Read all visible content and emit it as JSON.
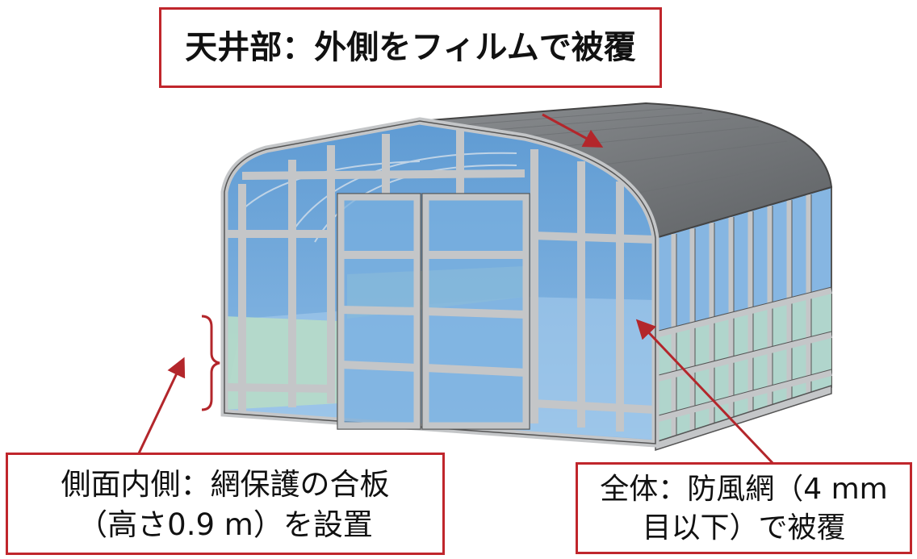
{
  "callouts": {
    "roof": {
      "text": "天井部：外側をフィルムで被覆"
    },
    "side": {
      "line1": "側面内側：網保護の合板",
      "line2": "（高さ0.9 m）を設置"
    },
    "whole": {
      "line1": "全体：防風網（4 mm",
      "line2": "目以下）で被覆"
    }
  },
  "colors": {
    "frame": "#c4c6c8",
    "frame_edge": "#555555",
    "glass": "#6fa8dc",
    "glass_light": "#a9cdec",
    "panel_green": "#b7dbc8",
    "roof_film": "#7a7d80",
    "callout_border": "#c0262c",
    "arrow": "#b3262b"
  },
  "icons": [
    "greenhouse-illustration",
    "arrow-roof",
    "arrow-side-panel",
    "arrow-windbreak-net",
    "bracket"
  ]
}
